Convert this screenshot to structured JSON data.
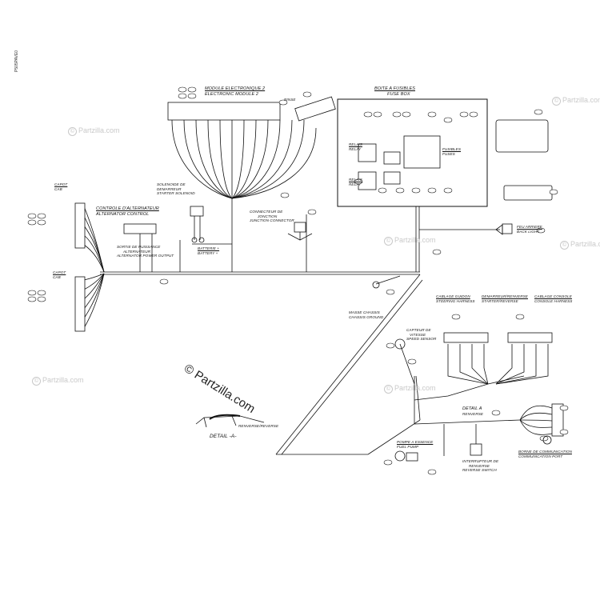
{
  "doc_code": "P505PAVE0",
  "watermark": "Partzilla.com",
  "watermark_big": "© Partzilla.com",
  "labels": {
    "module_fr": "MODULE ELECTRONIQUE 2",
    "module_en": "ELECTRONIC MODULE 2",
    "rinse": "RINSE",
    "fusebox_fr": "BOITE A FUSIBLES",
    "fusebox_en": "FUSE BOX",
    "relay_top_fr": "RELAIS",
    "relay_top_en": "RELAY",
    "fuses_fr": "FUSIBLES",
    "fuses_en": "FUSES",
    "relay_bot_fr": "RELAIS",
    "relay_bot_en": "RELAY",
    "capot_cab_top_fr": "CAPOT",
    "capot_cab_top_en": "CAB",
    "alt_fr": "CONTROLE D'ALTERNATEUR",
    "alt_en": "ALTERNATOR CONTROL",
    "solenoid_fr1": "SOLENOIDE DE",
    "solenoid_fr2": "DEMARREUR",
    "solenoid_en": "STARTER SOLENOID",
    "junction_fr1": "CONNECTEUR DE",
    "junction_fr2": "JONCTION",
    "junction_en": "JUNCTION CONNECTOR",
    "tail_fr": "FEU ARRIERE",
    "tail_en": "BACK LIGHT",
    "power_fr1": "SORTIE DE PUISSANCE",
    "power_fr2": "ALTERNATEUR",
    "power_en": "ALTERNATOR POWER OUTPUT",
    "battery": "BATTERIE +",
    "battery_en": "BATTERY +",
    "capot_cab_bot_fr": "CAPOT",
    "capot_cab_bot_en": "CAB",
    "ground_fr": "MASSE CHASSIS",
    "ground_en": "CHASSIS GROUND",
    "steering_fr": "CABLAGE GUIDON",
    "steering_en": "STEERING HARNESS",
    "starter_fr": "DEMARREUR/RENVERSE",
    "starter_en": "STARTER/REVERSE",
    "console_fr": "CABLAGE CONSOLE",
    "console_en": "CONSOLE HARNESS",
    "speed_fr1": "CAPTEUR DE",
    "speed_fr2": "VITESSE",
    "speed_en": "SPEED SENSOR",
    "detail_a": "DETAIL A",
    "reverse_small": "RENVERSE",
    "fuel_fr": "POMPE A ESSENCE",
    "fuel_en": "FUEL PUMP",
    "rev_fr1": "INTERRUPTEUR DE",
    "rev_fr2": "RENVERSE",
    "rev_en": "REVERSE SWITCH",
    "comm_fr": "BORNE DE COMMUNICATION",
    "comm_en": "COMMUNICATION PORT",
    "detail_a_title": "DETAIL -A-",
    "detail_a_note1": "RENVERSE",
    "detail_a_note2": "REVERSE"
  }
}
